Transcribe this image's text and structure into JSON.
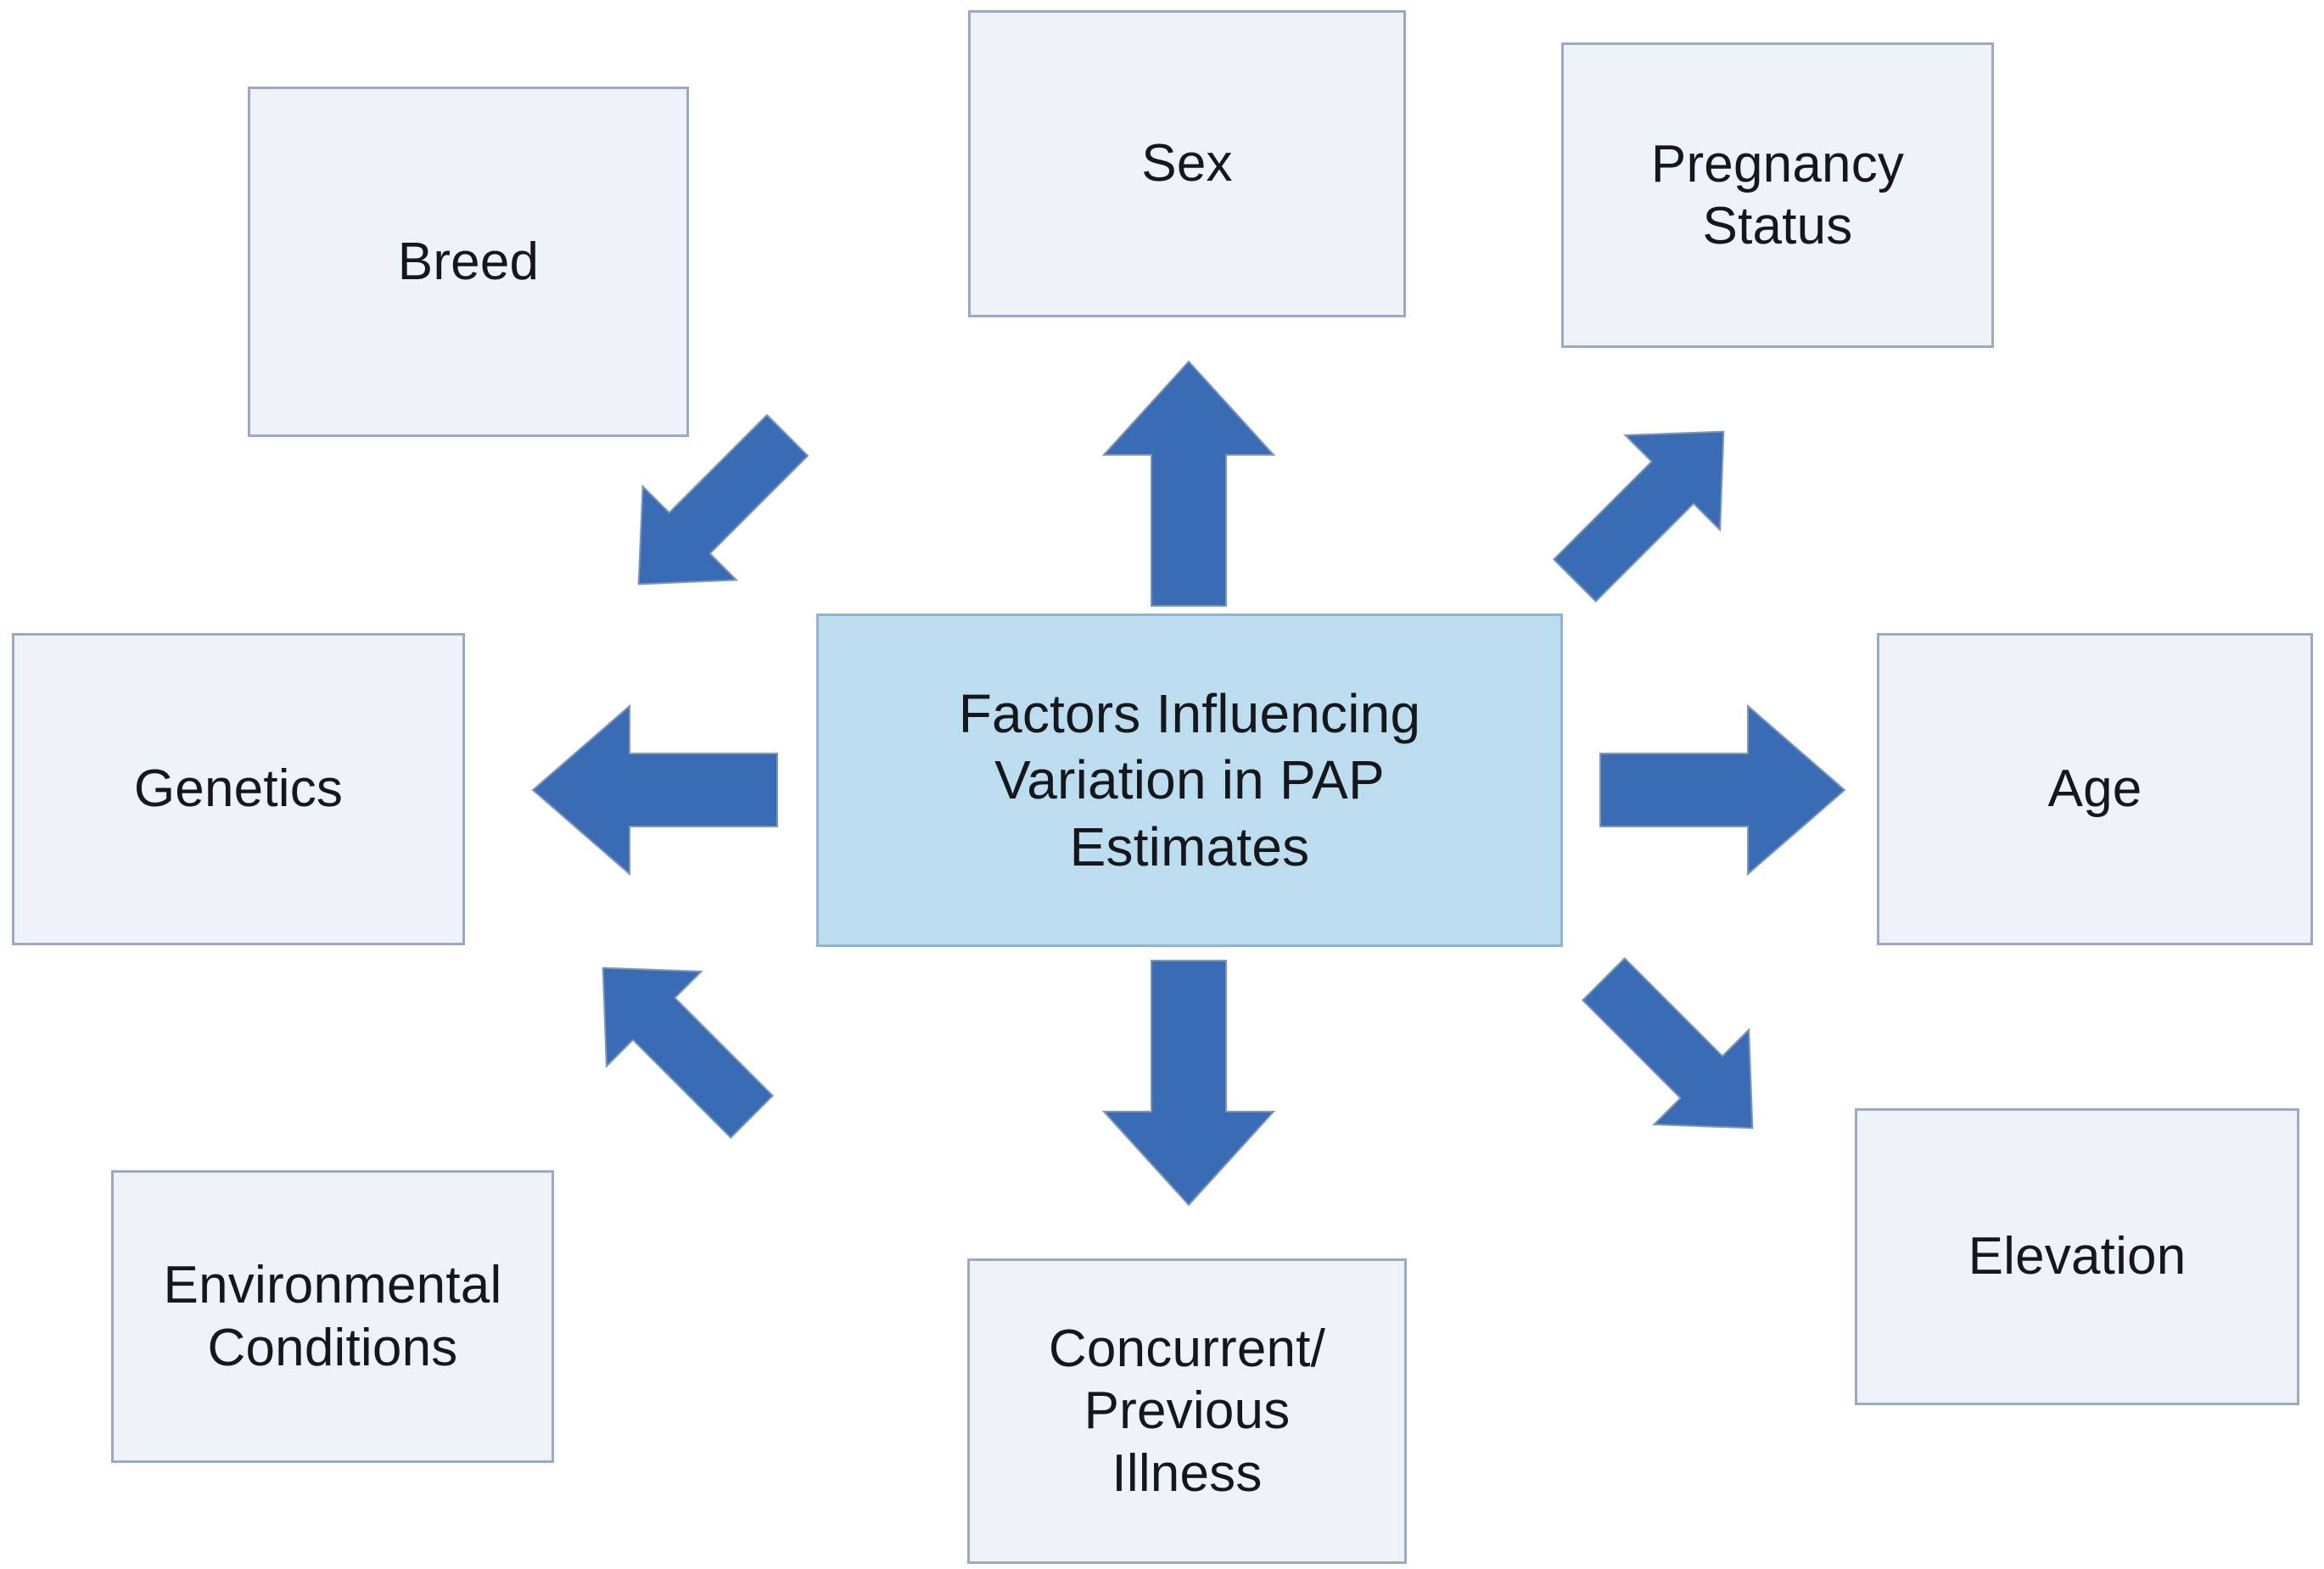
{
  "diagram": {
    "title": "Factors Influencing Variation in PAP Estimates",
    "type": "hub-and-spoke",
    "colors": {
      "center_fill": "#bcdcf0",
      "center_border": "#8fb4d4",
      "node_fill": "#eef3fa",
      "node_border": "#9aaac6",
      "arrow_fill": "#3a6cb5",
      "arrow_border": "#7f96bb",
      "text": "#15171a",
      "background": "#ffffff"
    },
    "center": {
      "label": "Factors Influencing\nVariation in PAP\nEstimates"
    },
    "nodes": [
      {
        "id": "breed",
        "label": "Breed"
      },
      {
        "id": "sex",
        "label": "Sex"
      },
      {
        "id": "pregnancy",
        "label": "Pregnancy\nStatus"
      },
      {
        "id": "genetics",
        "label": "Genetics"
      },
      {
        "id": "age",
        "label": "Age"
      },
      {
        "id": "environmental",
        "label": "Environmental\nConditions"
      },
      {
        "id": "illness",
        "label": "Concurrent/\nPrevious\nIllness"
      },
      {
        "id": "elevation",
        "label": "Elevation"
      }
    ],
    "arrows": [
      {
        "id": "arrow-up-left",
        "direction": "up-left",
        "target": "breed"
      },
      {
        "id": "arrow-up",
        "direction": "up",
        "target": "sex"
      },
      {
        "id": "arrow-up-right",
        "direction": "up-right",
        "target": "pregnancy"
      },
      {
        "id": "arrow-left",
        "direction": "left",
        "target": "genetics"
      },
      {
        "id": "arrow-right",
        "direction": "right",
        "target": "age"
      },
      {
        "id": "arrow-down-left",
        "direction": "down-left",
        "target": "environmental"
      },
      {
        "id": "arrow-down",
        "direction": "down",
        "target": "illness"
      },
      {
        "id": "arrow-down-right",
        "direction": "down-right",
        "target": "elevation"
      }
    ]
  }
}
